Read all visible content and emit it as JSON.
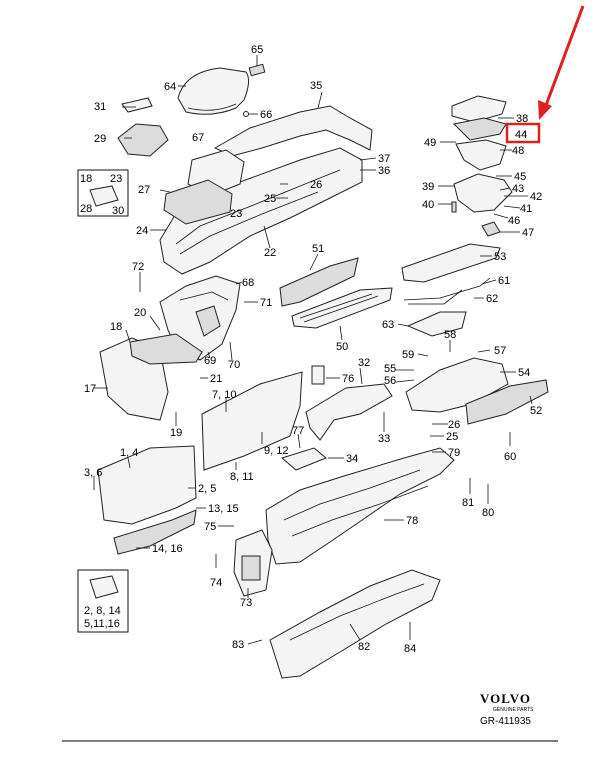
{
  "labels": {
    "l65": "65",
    "l64": "64",
    "l66": "66",
    "l35": "35",
    "l31": "31",
    "l29": "29",
    "l67": "67",
    "l18a": "18",
    "l23a": "23",
    "l28": "28",
    "l30": "30",
    "l27": "27",
    "l26": "26",
    "l25": "25",
    "l23b": "23",
    "l24": "24",
    "l22": "22",
    "l37": "37",
    "l36": "36",
    "l38": "38",
    "l44": "44",
    "l49": "49",
    "l48": "48",
    "l45": "45",
    "l39": "39",
    "l43": "43",
    "l42": "42",
    "l40": "40",
    "l41": "41",
    "l46": "46",
    "l47": "47",
    "l72": "72",
    "l68": "68",
    "l71": "71",
    "l51": "51",
    "l53": "53",
    "l61": "61",
    "l62": "62",
    "l63": "63",
    "l50": "50",
    "l20": "20",
    "l18b": "18",
    "l69": "69",
    "l70": "70",
    "l21": "21",
    "l17": "17",
    "l19": "19",
    "l59": "59",
    "l58": "58",
    "l57": "57",
    "l55": "55",
    "l56": "56",
    "l54": "54",
    "l52": "52",
    "l60": "60",
    "l32": "32",
    "l76": "76",
    "l33": "33",
    "l26b": "26",
    "l25b": "25",
    "l79": "79",
    "l34": "34",
    "l77": "77",
    "l710": "7, 10",
    "l912": "9, 12",
    "l811": "8, 11",
    "l14": "1, 4",
    "l36b": "3, 6",
    "l25c": "2, 5",
    "l1315": "13, 15",
    "l1416": "14, 16",
    "l75": "75",
    "l74": "74",
    "l73": "73",
    "l78": "78",
    "l81": "81",
    "l80": "80",
    "l82": "82",
    "l83": "83",
    "l84": "84",
    "inset_line1": "2, 8, 14",
    "inset_line2": "5,11,16"
  },
  "brand": {
    "name": "VOLVO",
    "subtitle": "GENUINE PARTS",
    "reference": "GR-411935"
  },
  "highlight": {
    "label": "44",
    "color": "#e0201c"
  }
}
